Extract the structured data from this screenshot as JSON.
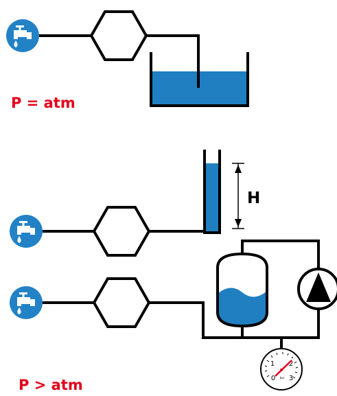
{
  "labels": {
    "top_pressure": "P = atm",
    "bottom_pressure": "P > atm",
    "height": "H"
  },
  "gauge": {
    "ticks": [
      "1",
      "2",
      "0",
      "3"
    ],
    "unit": "bar"
  },
  "colors": {
    "water": "#1f7fc1",
    "line": "#000000",
    "label_red": "#e3001b",
    "tap_circle": "#2382c6"
  },
  "icons": [
    "water-tap-icon",
    "filter-icon",
    "open-tank-icon",
    "standpipe-icon",
    "pressure-vessel-icon",
    "pump-icon",
    "pressure-gauge-icon"
  ]
}
